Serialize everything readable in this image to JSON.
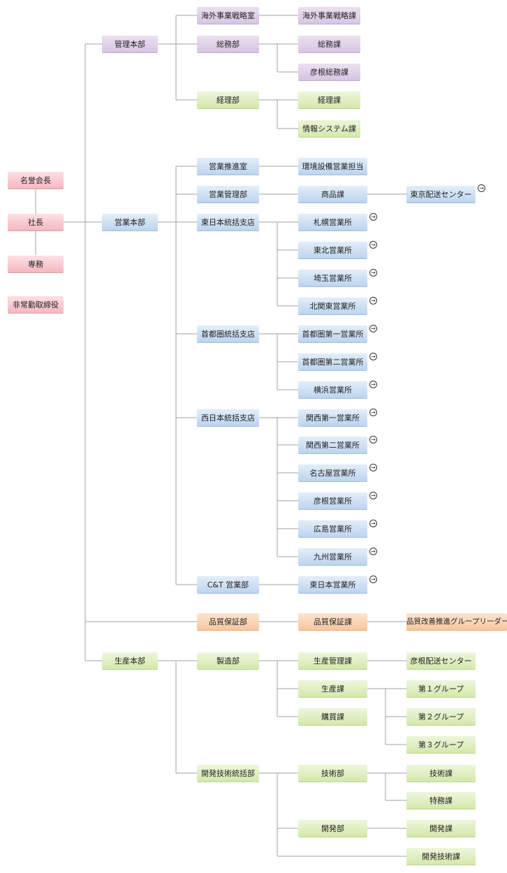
{
  "colors": {
    "pink": "#f4b8c0",
    "purple": "#d8c4e2",
    "blue": "#bdd4ef",
    "green": "#d4e8ac",
    "orange": "#f8c79e",
    "line": "#a0a0a0"
  },
  "nodes": {
    "meiyo_kaicho": "名誉会長",
    "shacho": "社長",
    "senmu": "専務",
    "hijokin": "非常勤取締役",
    "kanri_honbu": "管理本部",
    "eigyo_honbu": "営業本部",
    "seisan_honbu": "生産本部",
    "kaigai_shitsu": "海外事業戦略室",
    "somubu": "総務部",
    "keiribu": "経理部",
    "kaigai_ka": "海外事業戦略課",
    "somuka": "総務課",
    "hikone_somuka": "彦根総務課",
    "keirika": "経理課",
    "joho_ka": "情報システム課",
    "eigyo_suishin": "営業推進室",
    "eigyo_kanri": "営業管理部",
    "higashi_shiten": "東日本統括支店",
    "shuto_shiten": "首都圏統括支店",
    "nishi_shiten": "西日本統括支店",
    "ct_eigyo": "C&T 営業部",
    "kankyo": "環境設備営業担当",
    "shohinka": "商品課",
    "tokyo_haiso": "東京配送センター",
    "sapporo": "札幌営業所",
    "tohoku": "東北営業所",
    "saitama": "埼玉営業所",
    "kitakanto": "北関東営業所",
    "shuto1": "首都圏第一営業所",
    "shuto2": "首都圏第二営業所",
    "yokohama": "横浜営業所",
    "kansai1": "関西第一営業所",
    "kansai2": "関西第二営業所",
    "nagoya": "名古屋営業所",
    "hikone_eigyo": "彦根営業所",
    "hiroshima": "広島営業所",
    "kyushu": "九州営業所",
    "higashi_eigyo": "東日本営業所",
    "hinshitsu_bu": "品質保証部",
    "hinshitsu_ka": "品質保証課",
    "hinshitsu_leader": "品質改善推進グループリーダー",
    "seizobu": "製造部",
    "kaihatsu_tokatsu": "開発技術統括部",
    "seisan_kanri": "生産管理課",
    "seisanka": "生産課",
    "konyuka": "購買課",
    "hikone_haiso": "彦根配送センター",
    "group1": "第１グループ",
    "group2": "第２グループ",
    "group3": "第３グループ",
    "gijutsubu": "技術部",
    "kaihatsubu": "開発部",
    "gijutsuka": "技術課",
    "tokkyoka": "特務課",
    "kaihatsuka": "開発課",
    "kaihatsu_gijutsuka": "開発技術課"
  },
  "link_icon": "arrow-circle-icon"
}
